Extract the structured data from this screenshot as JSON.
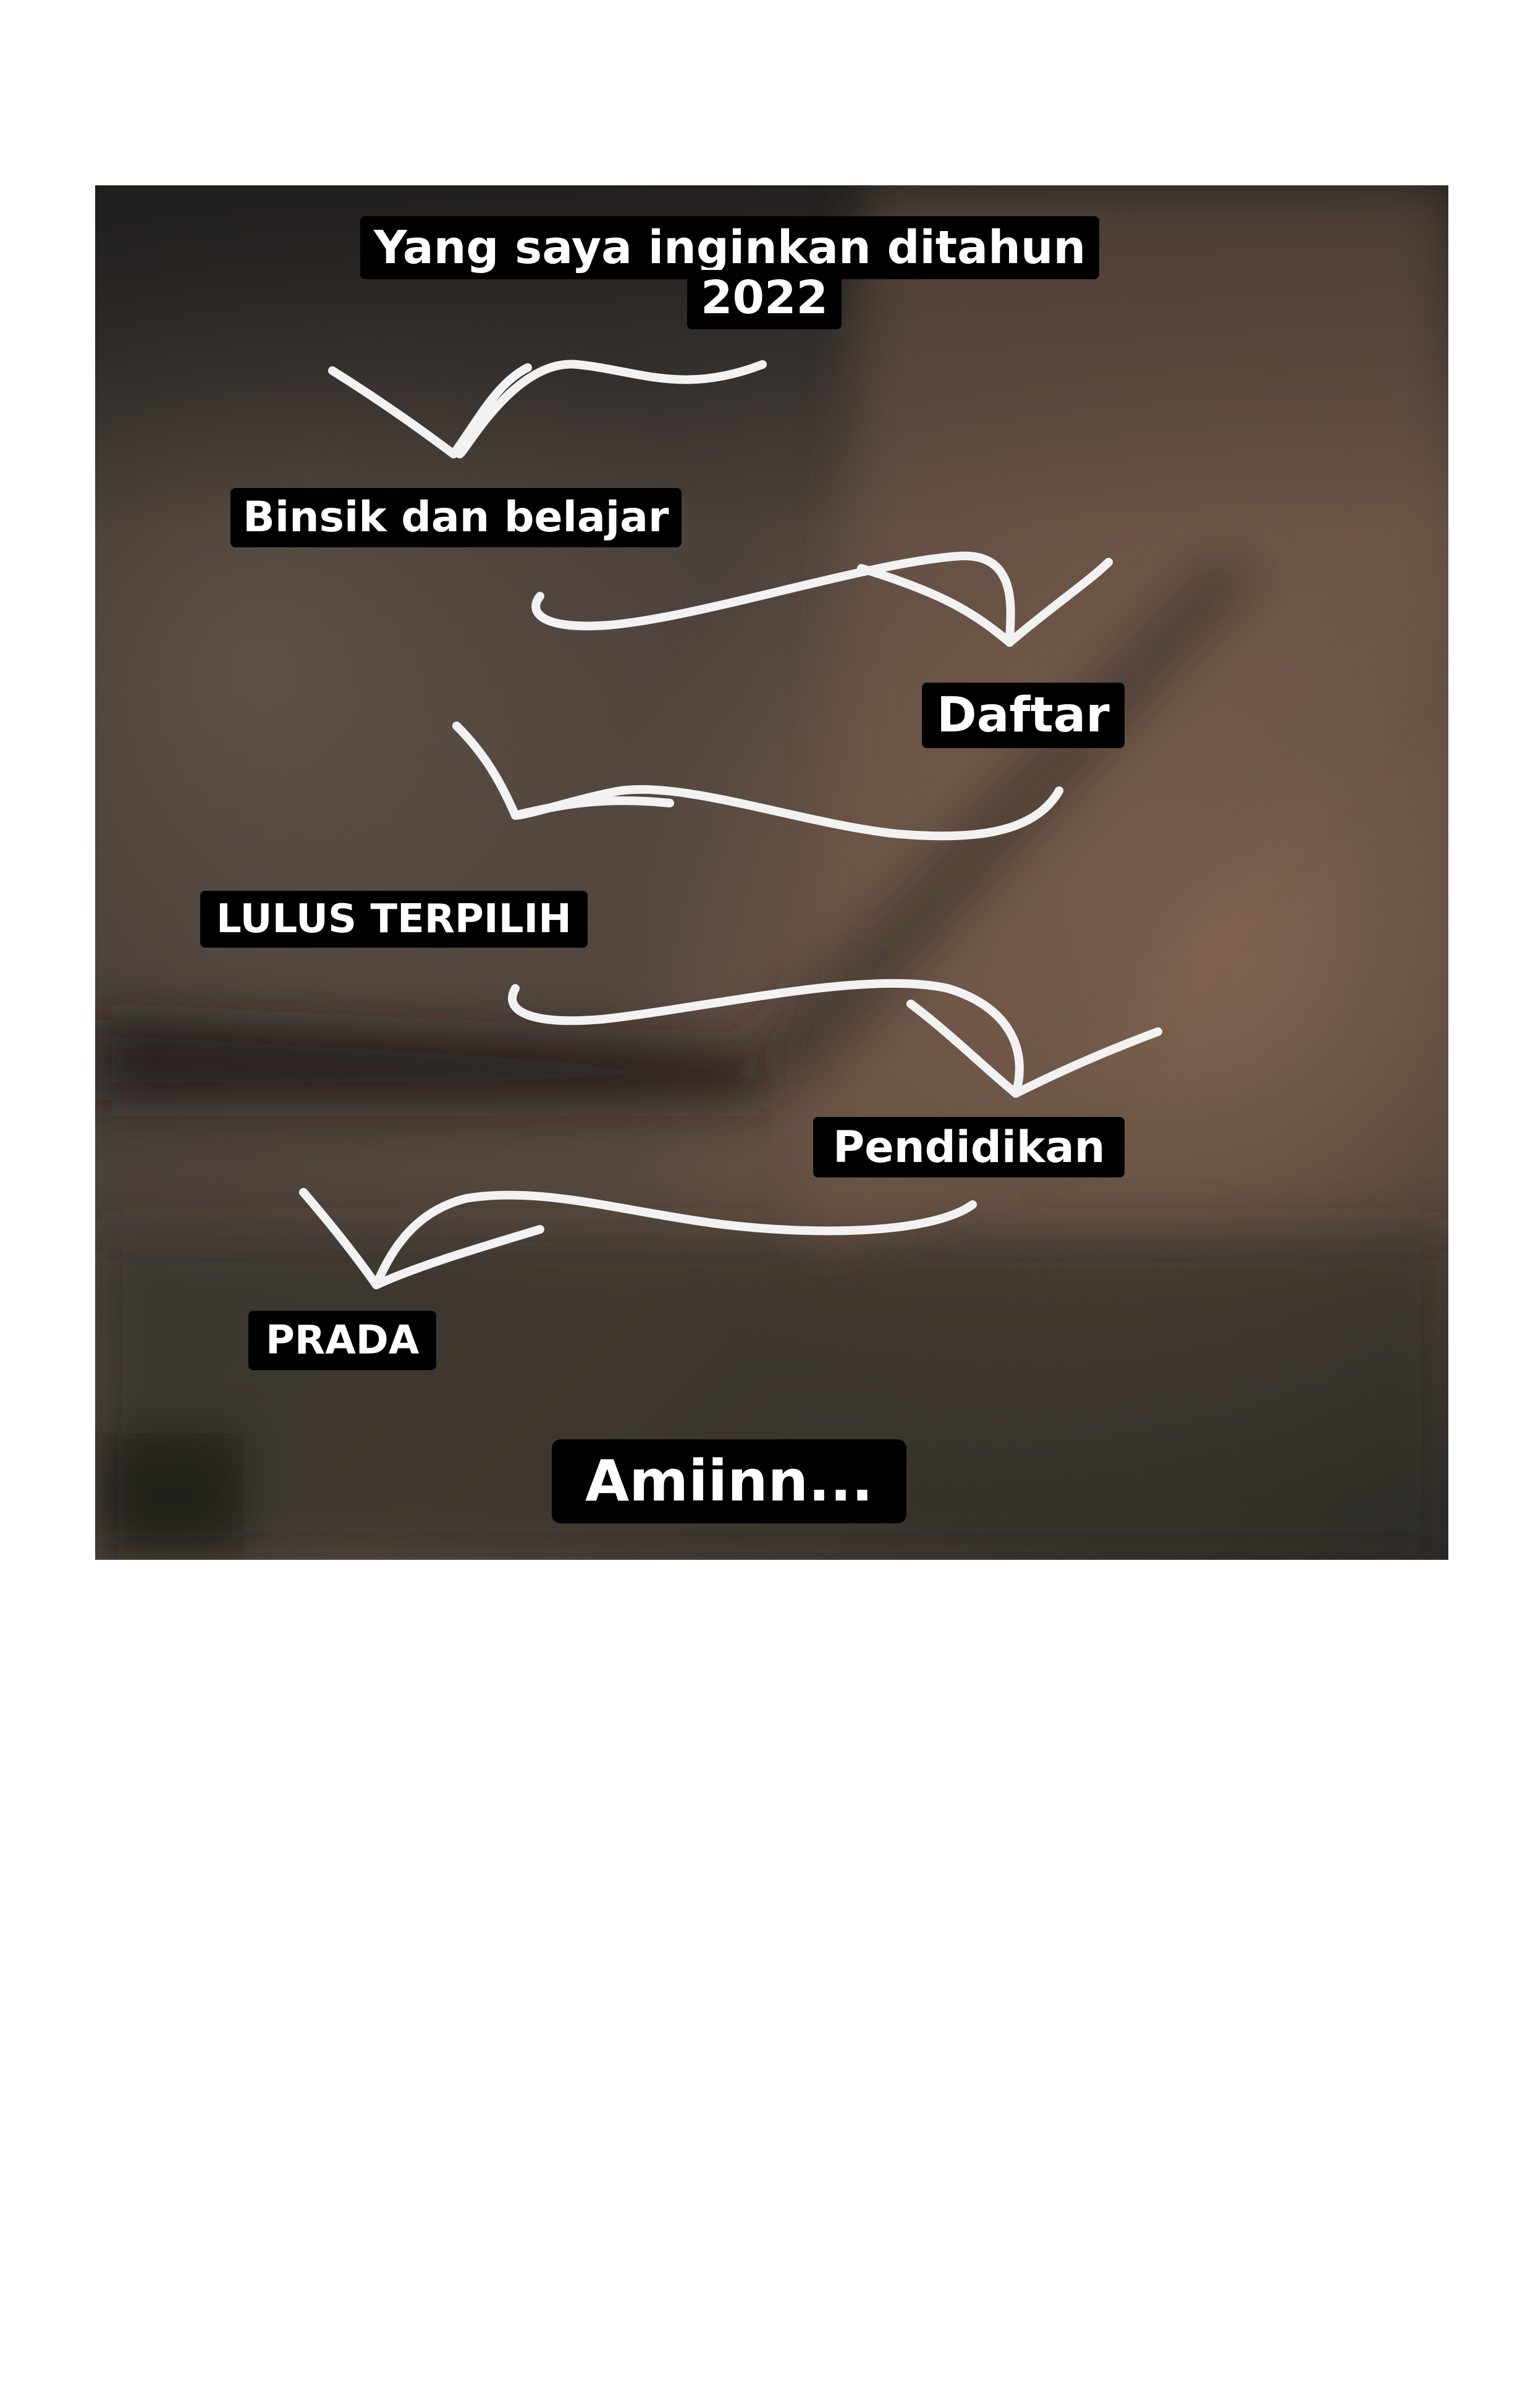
{
  "story": {
    "title_line1": "Yang saya inginkan ditahun",
    "title_line2": "2022",
    "steps": [
      "Binsik dan belajar",
      "Daftar",
      "LULUS TERPILIH",
      "Pendidikan",
      "PRADA"
    ],
    "closing": "Amiinn..."
  },
  "colors": {
    "label_background": "#000000",
    "label_text": "#ffffff",
    "arrow_stroke": "#f2f2f2",
    "page_background": "#ffffff"
  }
}
